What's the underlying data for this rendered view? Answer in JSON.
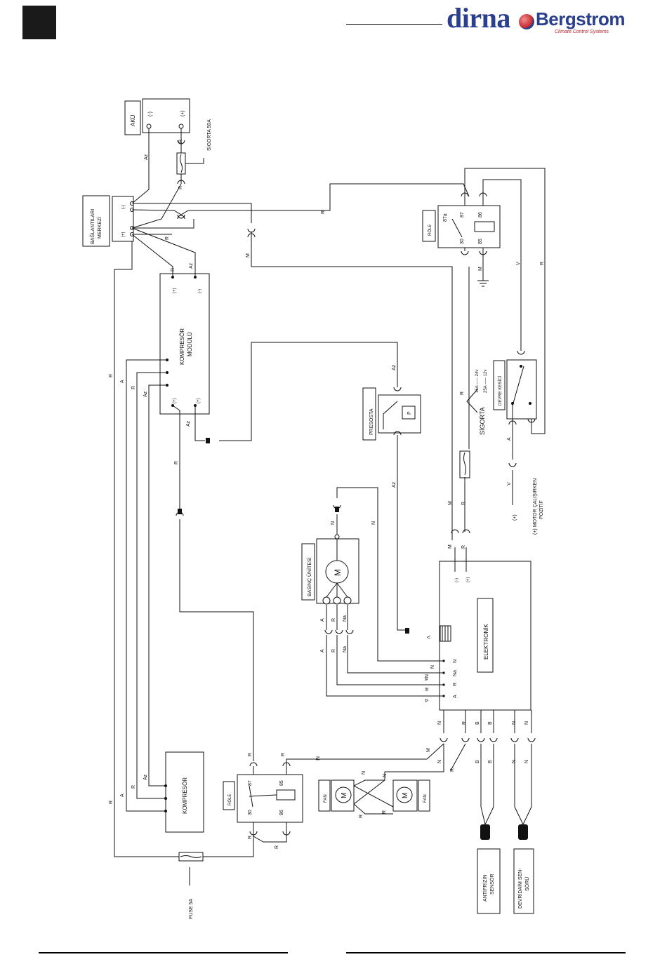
{
  "brand": {
    "name": "dirna",
    "partner": "Bergstrom",
    "tagline": "Climate Control Systems"
  },
  "labels": {
    "aku": "AKÜ",
    "aku_neg": "(-)",
    "aku_pos": "(+)",
    "sigorta_50a": "SİGORTA 50A",
    "baglanti": "BAĞLANTILARI",
    "merkezi": "MERKEZİ",
    "neg": "(-)",
    "pos": "(+)",
    "kompresor_modulu_1": "KOMPRESÖR",
    "kompresor_modulu_2": "MODÜLÜ",
    "role": "RÖLE",
    "r87a": "87a",
    "r87": "87",
    "r86": "86",
    "r30": "30",
    "r85": "85",
    "presosta": "PRESOSTA",
    "p": "P",
    "sigorta": "SİGORTA",
    "sig_15a": "15A ----- 24v",
    "sig_25a": "25A ----- 12v",
    "devre_kesici": "DEVRE KESİCİ",
    "motor_1": "(+) MOTOR ÇALIŞIRKEN",
    "motor_2": "POZİTİF",
    "basinc": "BASINÇ ÜNİTESİ",
    "m": "M",
    "elektronik": "ELEKTRONİK",
    "kompresor": "KOMPRESÖR",
    "fan": "FAN",
    "fuse": "FUSE 5A",
    "antifrizin_1": "ANTİFRİZİN",
    "antifrizin_2": "SENSÖR",
    "devridaim_1": "DEVRİDAİM SEN-",
    "devridaim_2": "SÖRÜ",
    "w_R": "R",
    "w_Az": "Az",
    "w_A": "A",
    "w_M": "M",
    "w_V": "V",
    "w_N": "N",
    "w_B": "B",
    "w_Na": "Na",
    "w_V_arrow": "V"
  }
}
